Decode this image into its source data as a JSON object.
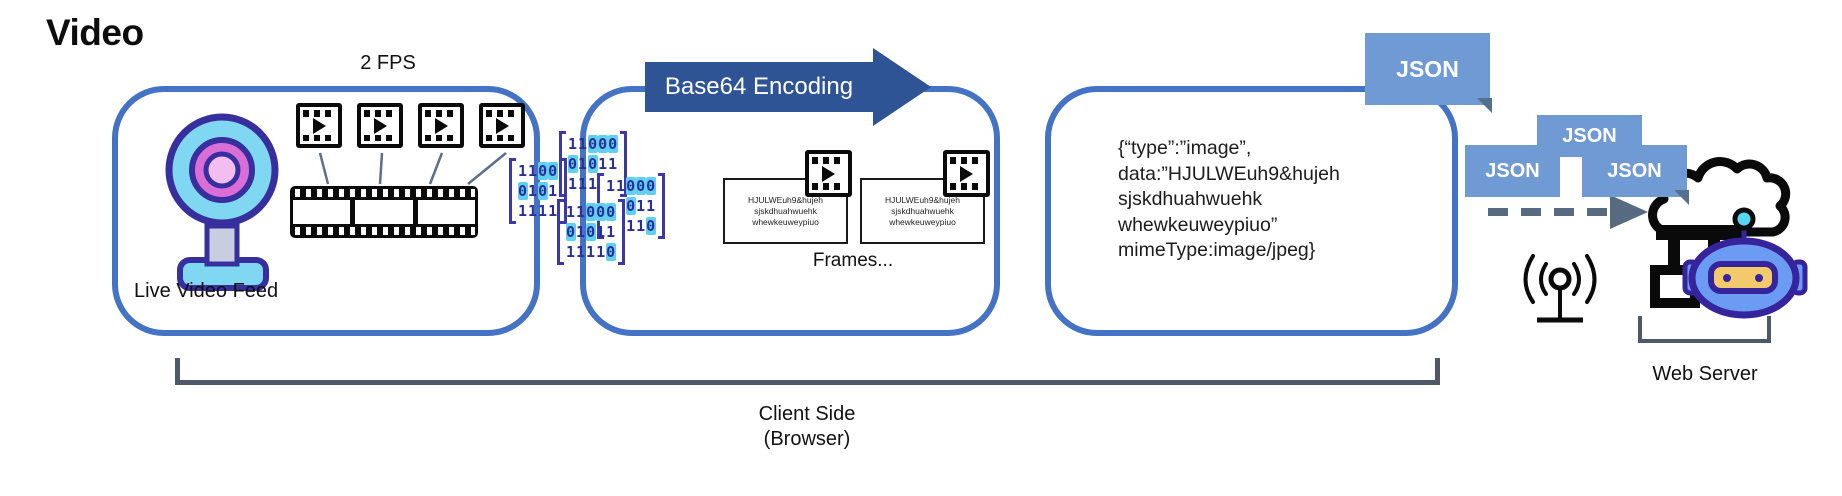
{
  "title": "Video",
  "box1": {
    "fps_label": "2 FPS",
    "label": "Live Video Feed"
  },
  "box2": {
    "arrow_label": "Base64 Encoding",
    "frames_label": "Frames...",
    "card_lines": [
      "HJULWEuh9&hujeh",
      "sjskdhuahwuehk",
      "whewkeuweypiuo"
    ]
  },
  "box3": {
    "lines": [
      "{“type”:”image”,",
      "data:”HJULWEuh9&hujeh",
      "sjskdhuahwuehk",
      "whewkeuweypiuo”",
      "mimeType:image/jpeg}"
    ]
  },
  "binary": {
    "groups": [
      {
        "rows": [
          "1100",
          "0101",
          "1111"
        ]
      },
      {
        "rows": [
          "11000",
          "01011",
          "111"
        ]
      },
      {
        "rows": [
          "11000",
          "011",
          "110"
        ]
      },
      {
        "rows": [
          "11000",
          "01011",
          "11110"
        ]
      }
    ]
  },
  "badges": {
    "main": "JSON",
    "top": "JSON",
    "left": "JSON",
    "right": "JSON"
  },
  "labels": {
    "client_side": "Client Side",
    "browser": "(Browser)",
    "web_server": "Web Server"
  },
  "colors": {
    "box_border": "#4472c4",
    "arrow_navy": "#2f5496",
    "badge_blue": "#6f9ad3",
    "binary_navy": "#2b2e9a",
    "binary_cyan": "#5fd0f0",
    "bracket_gray": "#4d5868",
    "webcam_cyan": "#7fd7f2",
    "robot_blue": "#6b9bf2",
    "visor_yellow": "#f2c96b"
  }
}
